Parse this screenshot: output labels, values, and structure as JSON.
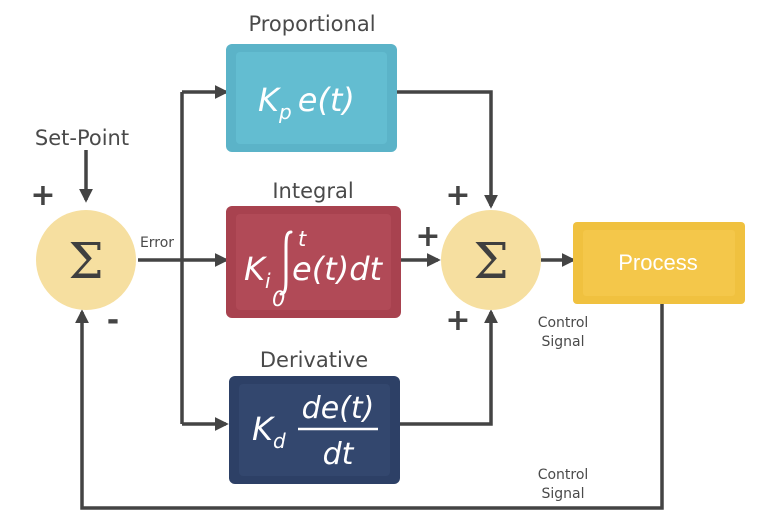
{
  "labels": {
    "proportional": "Proportional",
    "integral": "Integral",
    "derivative": "Derivative",
    "setpoint": "Set-Point",
    "error": "Error",
    "control_signal_1a": "Control",
    "control_signal_1b": "Signal",
    "control_signal_2a": "Control",
    "control_signal_2b": "Signal",
    "process": "Process"
  },
  "signs": {
    "sum1_plus": "+",
    "sum1_minus": "-",
    "sum2_top_plus": "+",
    "sum2_left_plus": "+",
    "sum2_bottom_plus": "+"
  },
  "symbols": {
    "sigma": "Σ"
  },
  "equations": {
    "p_K": "K",
    "p_sub": "p",
    "p_rest": "e(t)",
    "i_K": "K",
    "i_sub": "i",
    "i_upper": "t",
    "i_lower": "0",
    "i_rest": "e(t)dt",
    "d_K": "K",
    "d_sub": "d",
    "d_num": "de(t)",
    "d_den": "dt"
  },
  "colors": {
    "proportional": "#5bb3c8",
    "integral": "#a8424f",
    "derivative": "#2d4066",
    "process": "#f0c13f",
    "summer": "#f6dfa0",
    "wire": "#444444"
  }
}
